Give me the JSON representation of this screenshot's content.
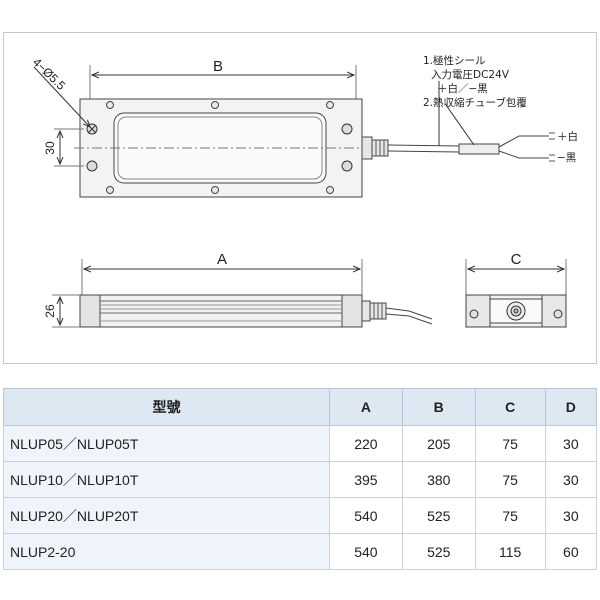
{
  "drawing": {
    "labels": {
      "a": "A",
      "b": "B",
      "c": "C"
    },
    "hole_note": "4−Ø5.5",
    "dim_30": "30",
    "dim_26": "26",
    "notes": [
      "1.極性シール",
      "入力電圧DC24V",
      "＋白／−黒",
      "2.熱収縮チューブ包覆"
    ],
    "wire_plus": "＋白",
    "wire_minus": "−黒"
  },
  "table": {
    "headers": [
      "型號",
      "A",
      "B",
      "C",
      "D"
    ],
    "rows": [
      [
        "NLUP05／NLUP05T",
        "220",
        "205",
        "75",
        "30"
      ],
      [
        "NLUP10／NLUP10T",
        "395",
        "380",
        "75",
        "30"
      ],
      [
        "NLUP20／NLUP20T",
        "540",
        "525",
        "75",
        "30"
      ],
      [
        "NLUP2-20",
        "540",
        "525",
        "115",
        "60"
      ]
    ]
  }
}
